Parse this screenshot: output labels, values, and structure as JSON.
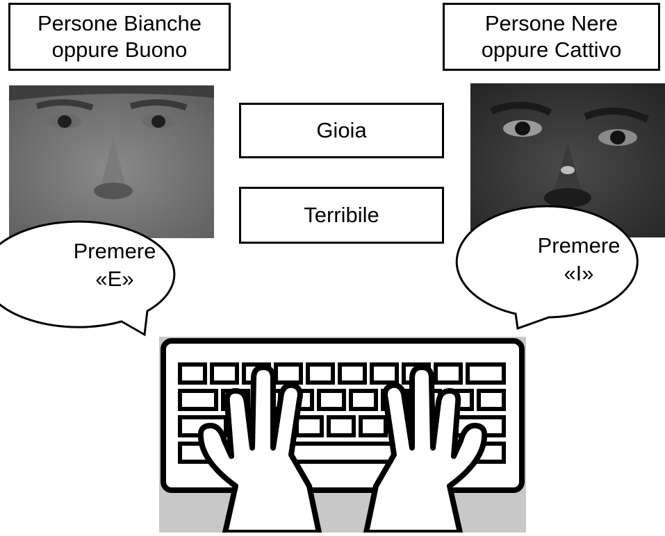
{
  "left_category": {
    "line1": "Persone Bianche",
    "line2": "oppure Buono"
  },
  "right_category": {
    "line1": "Persone Nere",
    "line2": "oppure Cattivo"
  },
  "stimulus_words": [
    "Gioia",
    "Terribile"
  ],
  "left_bubble": {
    "line1": "Premere",
    "line2": "«E»"
  },
  "right_bubble": {
    "line1": "Premere",
    "line2": "«I»"
  },
  "icons": {
    "left_face": "light-skinned-face-photo",
    "right_face": "dark-skinned-face-photo",
    "keyboard": "keyboard-with-hands-icon"
  },
  "colors": {
    "box_border": "#000000",
    "keyboard_base": "#c8c8c8"
  }
}
